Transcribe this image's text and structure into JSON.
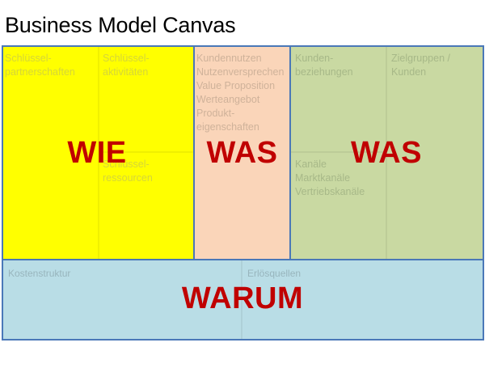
{
  "title": "Business Model Canvas",
  "cells": {
    "key_partners": "Schlüssel-\npartnerschaften",
    "key_activities": "Schlüssel-\naktivitäten",
    "key_resources": "Schlüssel-\nressourcen",
    "value_propositions": "Kundennutzen\nNutzenversprechen\nValue Proposition\nWerteangebot\nProdukt-\neigenschaften",
    "customer_relationships": "Kunden-\nbeziehungen",
    "channels": "Kanäle\nMarktkanäle\nVertriebskanäle",
    "customer_segments": "Zielgruppen /\nKunden",
    "cost_structure": "Kostenstruktur",
    "revenue_streams": "Erlösquellen"
  },
  "overlays": {
    "how": "WIE",
    "what_value": "WAS",
    "what_customer": "WAS",
    "why": "WARUM"
  },
  "colors": {
    "how_area": "#ffff00",
    "value_area": "#fad5b9",
    "customer_area": "#c9d9a2",
    "finance_area": "#b9dde6",
    "border": "#4a78b8",
    "overlay_text": "#c00000"
  }
}
